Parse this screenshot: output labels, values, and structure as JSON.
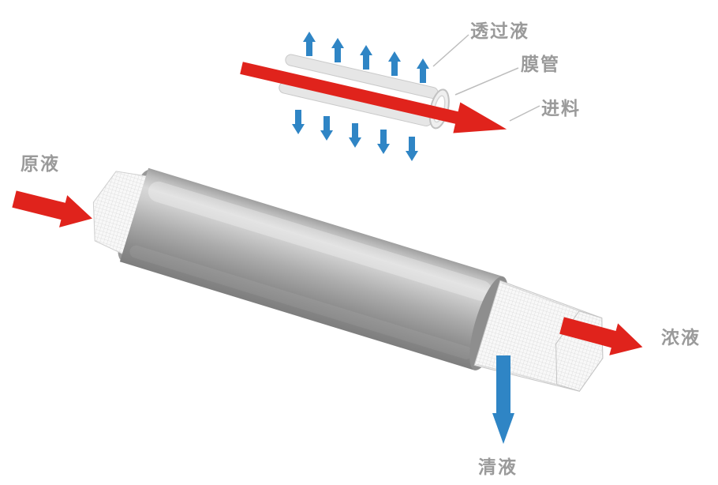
{
  "colors": {
    "red": "#e0231c",
    "blue": "#2f85c5",
    "label_gray": "#9a9a9a"
  },
  "inset": {
    "label_permeate": "透过液",
    "label_membrane_tube": "膜管",
    "label_feed": "进料"
  },
  "module": {
    "label_feed_solution": "原液",
    "label_concentrate": "浓液",
    "label_permeate_out": "清液"
  }
}
